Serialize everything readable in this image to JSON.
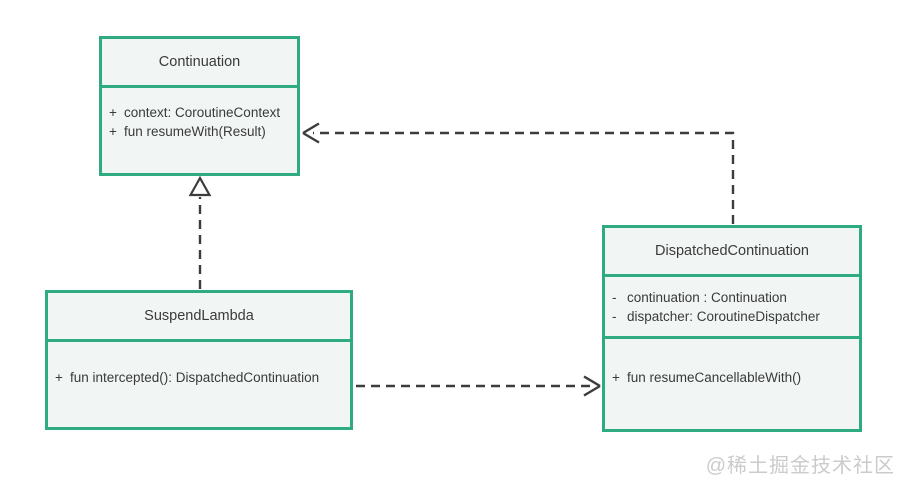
{
  "colors": {
    "border": "#2fab84",
    "fill": "#f1f6f4",
    "line": "#3c3c3c",
    "text": "#3a3a3a",
    "canvas": "#ffffff",
    "watermark": "#cbcbcb"
  },
  "classes": {
    "continuation": {
      "title": "Continuation",
      "members": [
        {
          "vis": "+",
          "text": "context: CoroutineContext"
        },
        {
          "vis": "+",
          "text": "fun resumeWith(Result)"
        }
      ]
    },
    "suspend_lambda": {
      "title": "SuspendLambda",
      "members": [
        {
          "vis": "+",
          "text": "fun intercepted(): DispatchedContinuation"
        }
      ]
    },
    "dispatched_continuation": {
      "title": "DispatchedContinuation",
      "fields": [
        {
          "vis": "-",
          "text": "continuation : Continuation"
        },
        {
          "vis": "-",
          "text": "dispatcher: CoroutineDispatcher"
        }
      ],
      "methods": [
        {
          "vis": "+",
          "text": "fun resumeCancellableWith()"
        }
      ]
    }
  },
  "relationships": [
    {
      "from": "SuspendLambda",
      "to": "Continuation",
      "type": "realization",
      "style": "dashed-hollow-triangle"
    },
    {
      "from": "DispatchedContinuation",
      "to": "Continuation",
      "type": "dependency",
      "style": "dashed-open-arrow"
    },
    {
      "from": "SuspendLambda",
      "to": "DispatchedContinuation",
      "type": "dependency",
      "style": "dashed-open-arrow"
    }
  ],
  "watermark": "@稀土掘金技术社区"
}
